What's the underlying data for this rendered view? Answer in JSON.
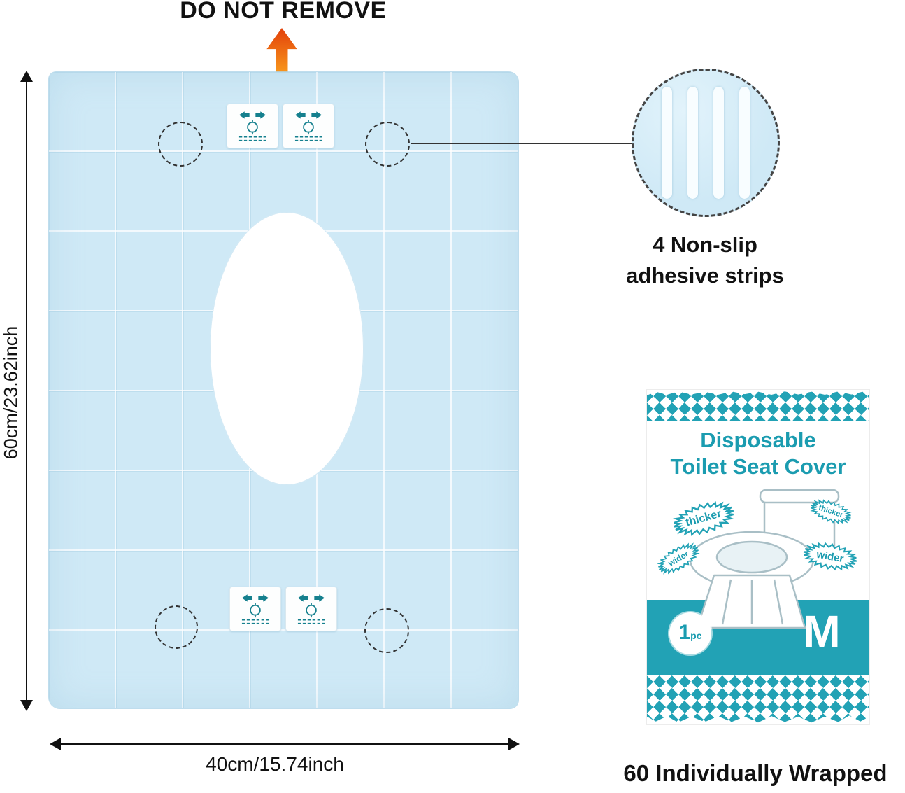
{
  "labels": {
    "do_not_remove": "DO NOT REMOVE",
    "height": "60cm/23.62inch",
    "width": "40cm/15.74inch",
    "strips_line1": "4 Non-slip",
    "strips_line2": "adhesive strips",
    "wrapped": "60 Individually Wrapped"
  },
  "package": {
    "title_line1": "Disposable",
    "title_line2": "Toilet Seat Cover",
    "count_number": "1",
    "count_unit": "pc",
    "size_letter": "M",
    "burst_thicker_left": "thicker",
    "burst_thicker_right": "thicker",
    "burst_wider_left": "wider",
    "burst_wider_right": "wider"
  },
  "icons": {
    "up_arrow": "orange-up-arrow",
    "dimension_arrows": "double-headed-measure-arrow",
    "adhesive_patch": "adhesive-strip-patch",
    "zoom_circle": "magnified-detail-circle",
    "dashed_circle": "adhesive-spot-marker"
  },
  "colors": {
    "cover_blue": "#cfe9f6",
    "teal": "#22a2b5",
    "title_teal": "#1b9cb0",
    "arrow_orange": "#f26a10",
    "text_black": "#111111",
    "dashed_line": "#333333"
  }
}
